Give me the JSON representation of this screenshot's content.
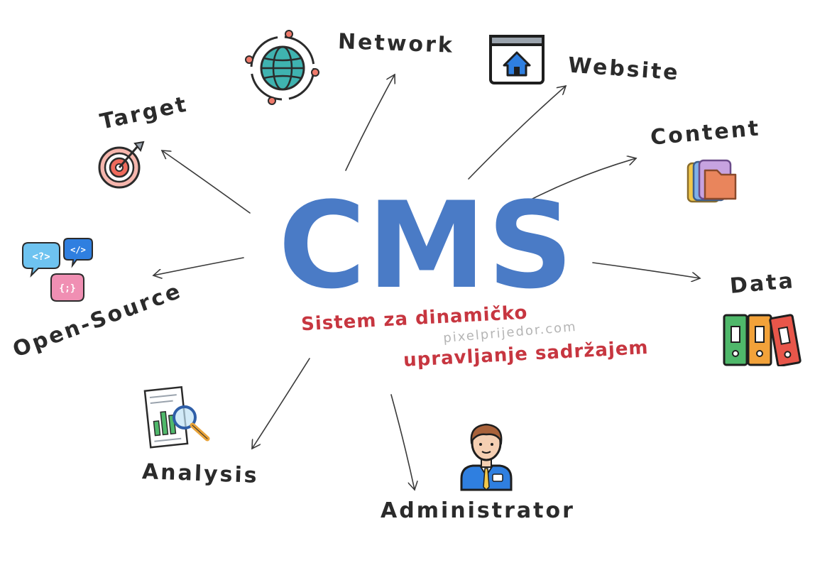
{
  "center": {
    "title": "CMS",
    "subtitle_line1": "Sistem za dinamičko",
    "subtitle_line2": "upravljanje sadržajem",
    "watermark": "pixelprijedor.com"
  },
  "nodes": {
    "network": "Network",
    "website": "Website",
    "target": "Target",
    "content": "Content",
    "open_source": "Open-Source",
    "data": "Data",
    "analysis": "Analysis",
    "administrator": "Administrator"
  },
  "icons": {
    "network": "globe-network-icon",
    "website": "browser-home-icon",
    "target": "dartboard-icon",
    "content": "folders-icon",
    "open_source": "code-bubbles-icon",
    "data": "binders-icon",
    "analysis": "report-magnifier-icon",
    "administrator": "administrator-avatar-icon"
  },
  "code_glyphs": {
    "bubble1": "<?>",
    "bubble2": "</>",
    "bubble3": "{;}"
  },
  "colors": {
    "title": "#4a7bc6",
    "subtitle": "#c73640",
    "label": "#2b2b2b",
    "arrow": "#3a3a3a"
  }
}
